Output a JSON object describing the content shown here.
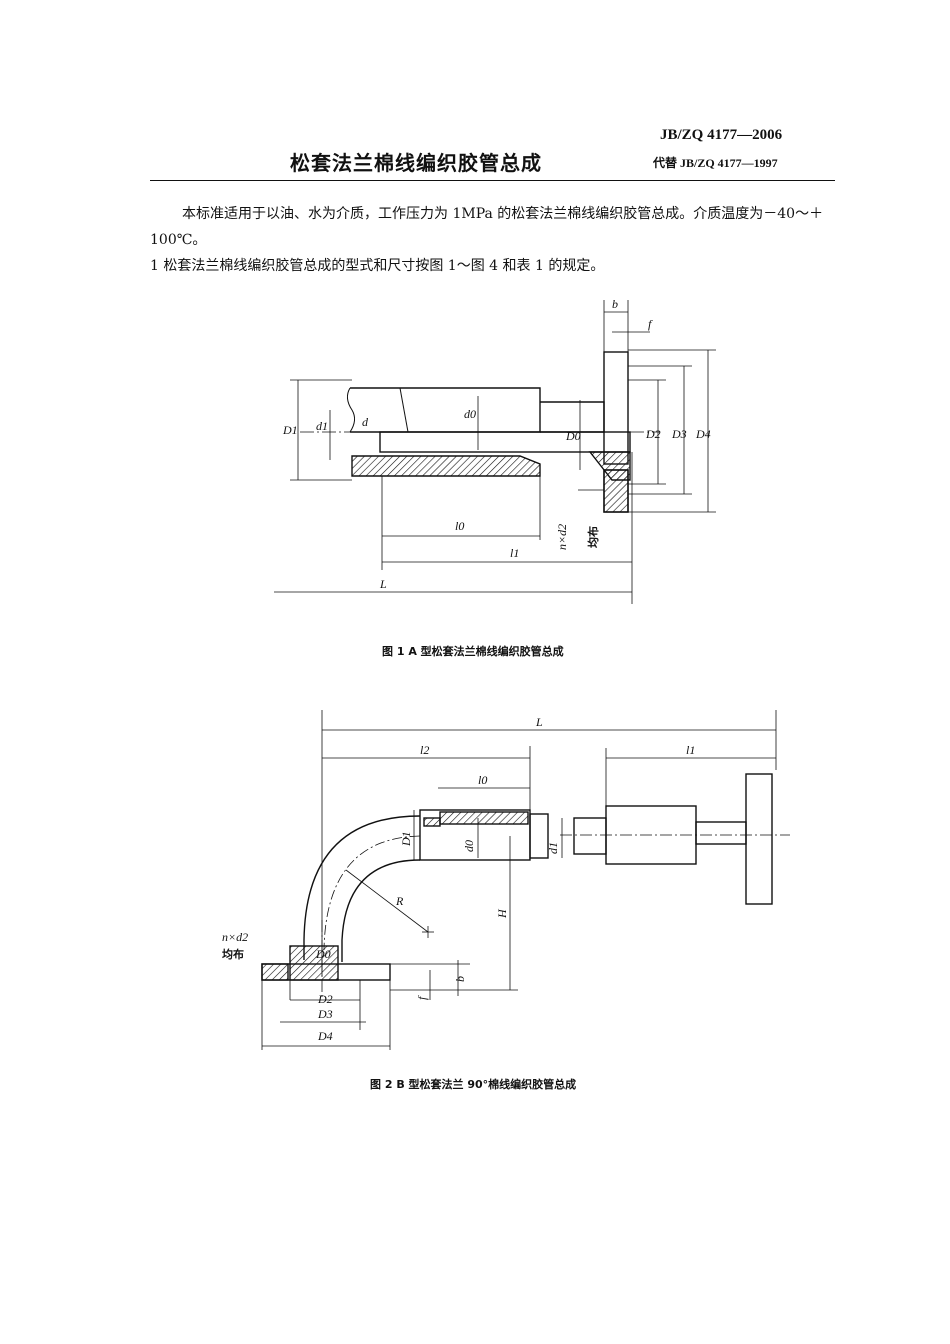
{
  "header": {
    "standard_number": "JB/ZQ 4177—2006",
    "replaces": "代替 JB/ZQ 4177—1997",
    "title": "松套法兰棉线编织胶管总成"
  },
  "body": {
    "scope_paragraph": "本标准适用于以油、水为介质，工作压力为 1MPa 的松套法兰棉线编织胶管总成。介质温度为－40～＋100℃。",
    "clause_1": "1  松套法兰棉线编织胶管总成的型式和尺寸按图 1～图 4 和表 1 的规定。"
  },
  "figure1": {
    "caption": "图 1   A 型松套法兰棉线编织胶管总成",
    "labels": {
      "b": "b",
      "f": "f",
      "D1": "D1",
      "d1": "d1",
      "d": "d",
      "d0": "d0",
      "D0": "D0",
      "D2": "D2",
      "D3": "D3",
      "D4": "D4",
      "l0": "l0",
      "l1": "l1",
      "L": "L",
      "nd2": "n×d2",
      "even": "均布"
    }
  },
  "figure2": {
    "caption": "图 2   B 型松套法兰 90°棉线编织胶管总成",
    "labels": {
      "L": "L",
      "l2": "l2",
      "l1": "l1",
      "l0": "l0",
      "D1": "D1",
      "d0": "d0",
      "d1": "d1",
      "R": "R",
      "H": "H",
      "nd2": "n×d2",
      "even": "均布",
      "D0": "D0",
      "D2": "D2",
      "D3": "D3",
      "D4": "D4",
      "b": "b",
      "f": "f"
    }
  }
}
